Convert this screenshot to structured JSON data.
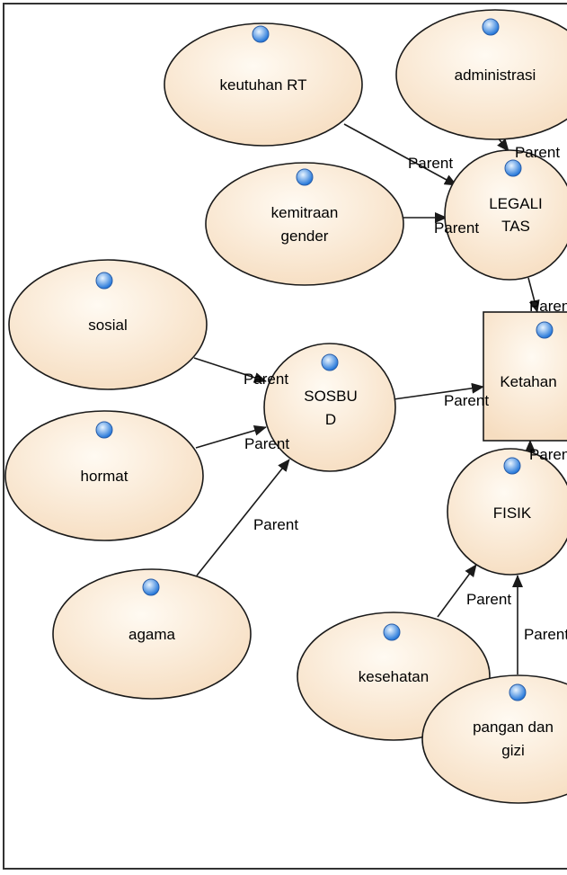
{
  "edge_label": "Parent",
  "colors": {
    "node_fill_light": "#fffaf2",
    "node_fill_dark": "#f6ddc0",
    "node_stroke": "#1a1a1a",
    "edge": "#1a1a1a",
    "dot_light": "#e8f4ff",
    "dot_dark": "#1e73d8",
    "frame": "#333333"
  },
  "nodes": [
    {
      "id": "keutuhan-rt",
      "lines": [
        "keutuhan RT"
      ]
    },
    {
      "id": "administrasi",
      "lines": [
        "administrasi"
      ]
    },
    {
      "id": "kemitraan-gender",
      "lines": [
        "kemitraan",
        "gender"
      ]
    },
    {
      "id": "legalitas",
      "lines": [
        "LEGALI",
        "TAS"
      ]
    },
    {
      "id": "sosial",
      "lines": [
        "sosial"
      ]
    },
    {
      "id": "hormat",
      "lines": [
        "hormat"
      ]
    },
    {
      "id": "sosbud",
      "lines": [
        "SOSBU",
        "D"
      ]
    },
    {
      "id": "ketahanan",
      "lines": [
        "Ketahan"
      ]
    },
    {
      "id": "fisik",
      "lines": [
        "FISIK"
      ]
    },
    {
      "id": "agama",
      "lines": [
        "agama"
      ]
    },
    {
      "id": "kesehatan",
      "lines": [
        "kesehatan"
      ]
    },
    {
      "id": "pangan-gizi",
      "lines": [
        "pangan dan",
        "gizi"
      ]
    }
  ],
  "edges": [
    {
      "from": "keutuhan-rt",
      "to": "legalitas"
    },
    {
      "from": "administrasi",
      "to": "legalitas"
    },
    {
      "from": "kemitraan-gender",
      "to": "legalitas"
    },
    {
      "from": "legalitas",
      "to": "ketahanan"
    },
    {
      "from": "sosial",
      "to": "sosbud"
    },
    {
      "from": "hormat",
      "to": "sosbud"
    },
    {
      "from": "agama",
      "to": "sosbud"
    },
    {
      "from": "sosbud",
      "to": "ketahanan"
    },
    {
      "from": "fisik",
      "to": "ketahanan"
    },
    {
      "from": "kesehatan",
      "to": "fisik"
    },
    {
      "from": "pangan-gizi",
      "to": "fisik"
    }
  ]
}
